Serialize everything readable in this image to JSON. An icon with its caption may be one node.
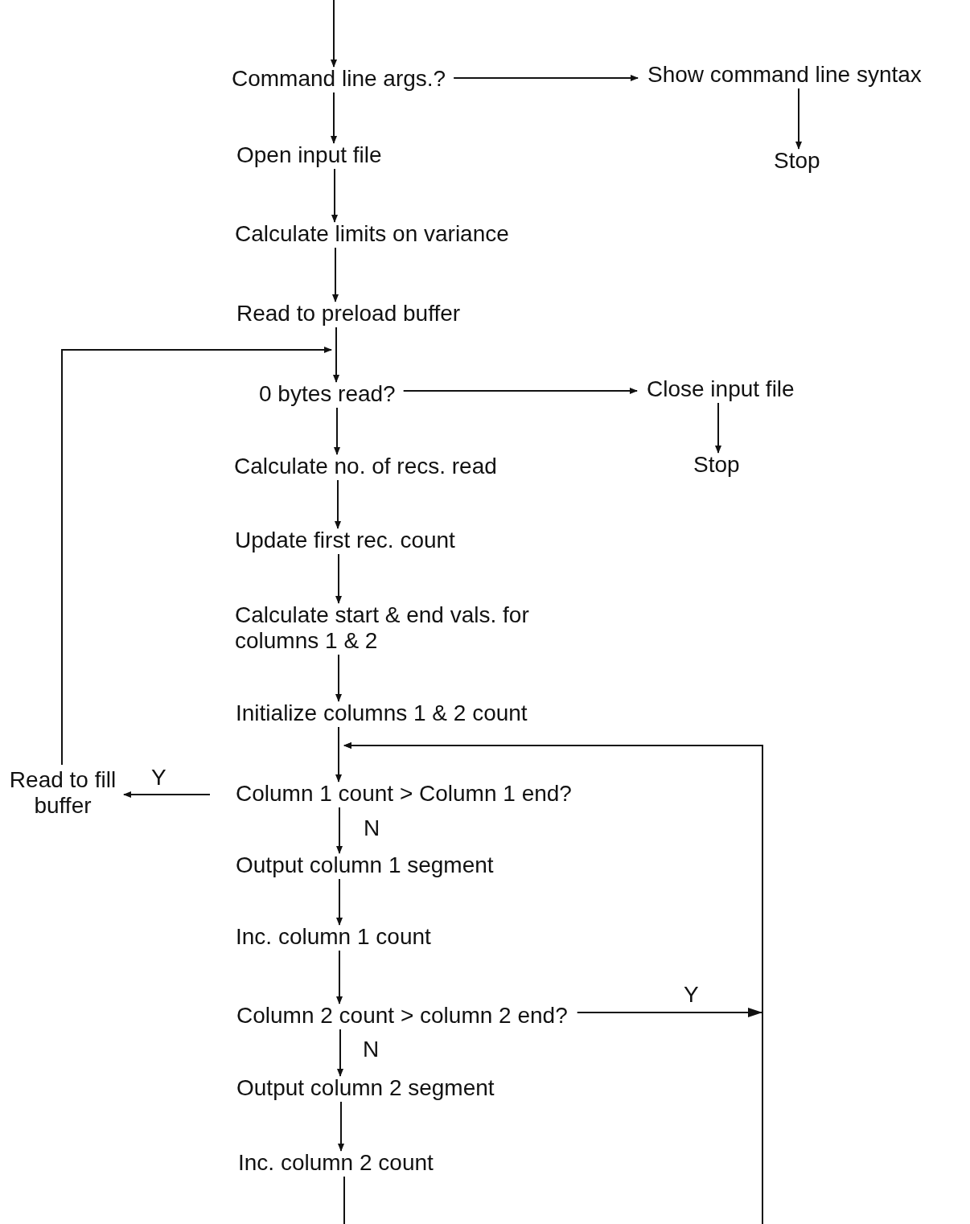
{
  "diagram": {
    "nodes": [
      {
        "text": [
          "Command line args.?"
        ]
      },
      {
        "text": [
          "Show command line syntax"
        ]
      },
      {
        "text": [
          "Stop"
        ]
      },
      {
        "text": [
          "Open input file"
        ]
      },
      {
        "text": [
          "Calculate limits on variance"
        ]
      },
      {
        "text": [
          "Read to preload buffer"
        ]
      },
      {
        "text": [
          "0 bytes read?"
        ]
      },
      {
        "text": [
          "Close input file"
        ]
      },
      {
        "text": [
          "Stop"
        ]
      },
      {
        "text": [
          "Calculate no. of recs. read"
        ]
      },
      {
        "text": [
          "Update first rec. count"
        ]
      },
      {
        "text": [
          "Calculate start & end vals. for columns 1 & 2"
        ]
      },
      {
        "text": [
          "Initialize columns 1 & 2 count"
        ]
      },
      {
        "text": [
          "Column 1 count > Column 1 end?"
        ]
      },
      {
        "text": [
          "Read to fill buffer"
        ]
      },
      {
        "text": [
          "Output column 1 segment"
        ]
      },
      {
        "text": [
          "Inc. column 1 count"
        ]
      },
      {
        "text": [
          "Column 2 count > column 2 end?"
        ]
      },
      {
        "text": [
          "Output column 2 segment"
        ]
      },
      {
        "text": [
          "Inc. column 2 count"
        ]
      }
    ],
    "edges": [
      {
        "from": null,
        "to": 0,
        "arrow": "to"
      },
      {
        "from": 0,
        "to": 1,
        "arrow": "to"
      },
      {
        "from": 1,
        "to": 2,
        "arrow": "to"
      },
      {
        "from": 0,
        "to": 3,
        "arrow": "to"
      },
      {
        "from": 3,
        "to": 4,
        "arrow": "to"
      },
      {
        "from": 4,
        "to": 5,
        "arrow": "to"
      },
      {
        "from": 5,
        "to": 6,
        "arrow": "to"
      },
      {
        "from": 6,
        "to": 7,
        "arrow": "to"
      },
      {
        "from": 7,
        "to": 8,
        "arrow": "to"
      },
      {
        "from": 6,
        "to": 9,
        "arrow": "to"
      },
      {
        "from": 9,
        "to": 10,
        "arrow": "to"
      },
      {
        "from": 10,
        "to": 11,
        "arrow": "to"
      },
      {
        "from": 11,
        "to": 12,
        "arrow": "to"
      },
      {
        "from": 12,
        "to": 13,
        "arrow": "to"
      },
      {
        "from": 13,
        "to": 14,
        "arrow": "to",
        "label": "Y"
      },
      {
        "from": 14,
        "to": 6,
        "arrow": "to"
      },
      {
        "from": 13,
        "to": 15,
        "arrow": "to",
        "label": "N"
      },
      {
        "from": 15,
        "to": 16,
        "arrow": "to"
      },
      {
        "from": 16,
        "to": 17,
        "arrow": "to"
      },
      {
        "from": 17,
        "to": 13,
        "arrow": "to",
        "label": "Y"
      },
      {
        "from": 17,
        "to": 18,
        "arrow": "to",
        "label": "N"
      },
      {
        "from": 18,
        "to": 19,
        "arrow": "to"
      },
      {
        "from": 19,
        "to": null,
        "arrow": "none"
      },
      {
        "from": null,
        "to": 13,
        "arrow": "to"
      }
    ]
  }
}
